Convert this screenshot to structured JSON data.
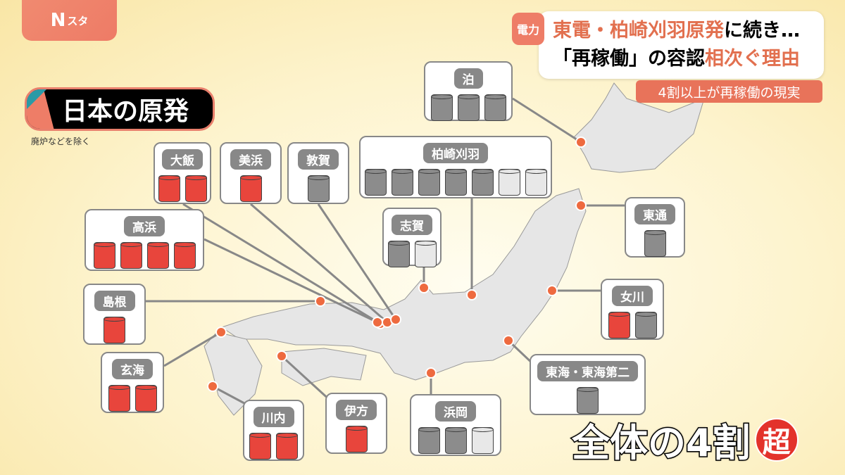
{
  "logo": {
    "n": "N",
    "suffix": "スタ"
  },
  "title": "日本の原発",
  "note": "廃炉などを除く",
  "headline": {
    "category": "電力",
    "line1_orange": "東電・柏崎刈羽原発",
    "line1_black": "に続き…",
    "line2_black": "「再稼働」の容認",
    "line2_orange": "相次ぐ理由",
    "sub": "4割以上が再稼働の現実"
  },
  "colors": {
    "running": "#e8453c",
    "stopped": "#8c8c8c",
    "other": "#e8e8e8",
    "accent": "#ee7d67"
  },
  "plants": [
    {
      "name": "泊",
      "reactors": [
        "stopped",
        "stopped",
        "stopped"
      ]
    },
    {
      "name": "大飯",
      "reactors": [
        "running",
        "running"
      ]
    },
    {
      "name": "美浜",
      "reactors": [
        "running"
      ]
    },
    {
      "name": "敦賀",
      "reactors": [
        "stopped"
      ]
    },
    {
      "name": "柏崎刈羽",
      "reactors": [
        "stopped",
        "stopped",
        "stopped",
        "stopped",
        "stopped",
        "other",
        "other"
      ]
    },
    {
      "name": "高浜",
      "reactors": [
        "running",
        "running",
        "running",
        "running"
      ]
    },
    {
      "name": "志賀",
      "reactors": [
        "stopped",
        "other"
      ]
    },
    {
      "name": "東通",
      "reactors": [
        "stopped"
      ]
    },
    {
      "name": "島根",
      "reactors": [
        "running"
      ]
    },
    {
      "name": "女川",
      "reactors": [
        "running",
        "stopped"
      ]
    },
    {
      "name": "玄海",
      "reactors": [
        "running",
        "running"
      ]
    },
    {
      "name": "東海・東海第二",
      "reactors": [
        "stopped"
      ]
    },
    {
      "name": "川内",
      "reactors": [
        "running",
        "running"
      ]
    },
    {
      "name": "伊方",
      "reactors": [
        "running"
      ]
    },
    {
      "name": "浜岡",
      "reactors": [
        "stopped",
        "stopped",
        "other"
      ]
    }
  ],
  "caption": {
    "text": "全体の4割",
    "badge": "超"
  }
}
